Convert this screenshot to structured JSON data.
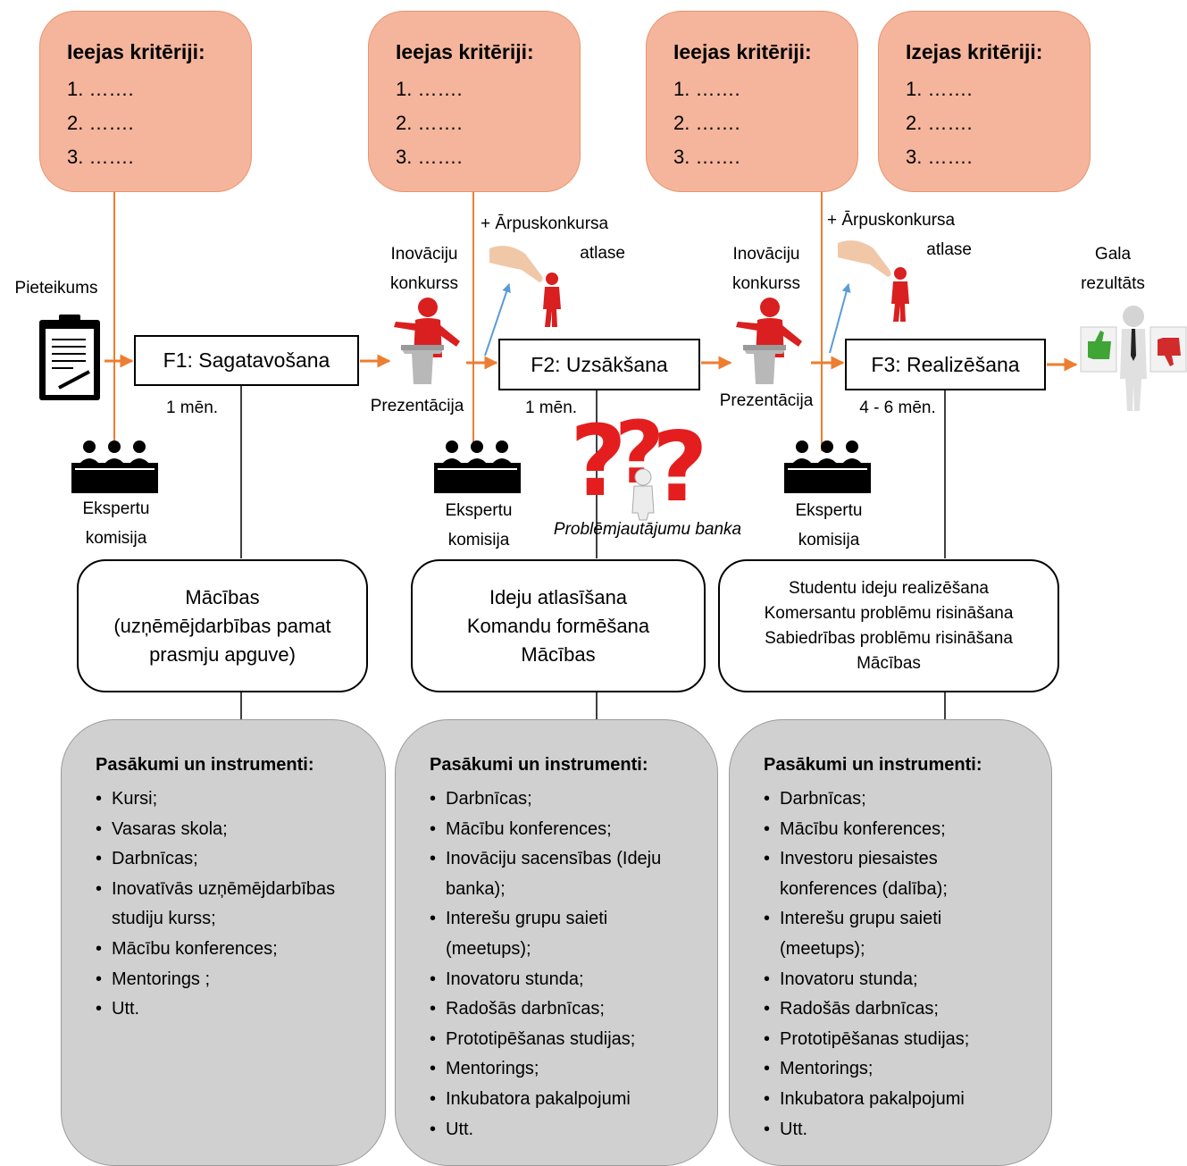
{
  "criteria": [
    {
      "title": "Ieejas kritēriji:",
      "items": [
        "1. …….",
        "2. …….",
        "3. ……."
      ]
    },
    {
      "title": "Ieejas kritēriji:",
      "items": [
        "1. …….",
        "2. …….",
        "3. ……."
      ]
    },
    {
      "title": "Ieejas kritēriji:",
      "items": [
        "1. …….",
        "2. …….",
        "3. ……."
      ]
    },
    {
      "title": "Izejas kritēriji:",
      "items": [
        "1. …….",
        "2. …….",
        "3. ……."
      ]
    }
  ],
  "labels": {
    "application": "Pieteikums",
    "innovation_contest": [
      "Inovāciju",
      "konkurss"
    ],
    "presentation": "Prezentācija",
    "extra_selection": [
      "+ Ārpuskonkursa",
      "atlase"
    ],
    "final_result": [
      "Gala",
      "rezultāts"
    ],
    "expert_commission": [
      "Ekspertu",
      "komisija"
    ],
    "problem_bank": "Problēmjautājumu banka"
  },
  "phases": [
    {
      "label": "F1: Sagatavošana",
      "duration": "1 mēn."
    },
    {
      "label": "F2: Uzsākšana",
      "duration": "1 mēn."
    },
    {
      "label": "F3: Realizēšana",
      "duration": "4 - 6 mēn."
    }
  ],
  "activities": [
    [
      "Mācības",
      "(uzņēmējdarbības pamat",
      "prasmju apguve)"
    ],
    [
      "Ideju atlasīšana",
      "Komandu formēšana",
      "Mācības"
    ],
    [
      "Studentu ideju realizēšana",
      "Komersantu problēmu risināšana",
      "Sabiedrības problēmu risināšana",
      "Mācības"
    ]
  ],
  "tools": [
    {
      "title": "Pasākumi un instrumenti:",
      "items": [
        "Kursi;",
        "Vasaras skola;",
        "Darbnīcas;",
        "Inovatīvās uzņēmējdarbības studiju kurss;",
        "Mācību konferences;",
        "Mentorings ;",
        "Utt."
      ]
    },
    {
      "title": "Pasākumi un instrumenti:",
      "items": [
        "Darbnīcas;",
        "Mācību konferences;",
        "Inovāciju sacensības (Ideju banka);",
        "Interešu grupu saieti (meetups);",
        "Inovatoru stunda;",
        "Radošās darbnīcas;",
        "Prototipēšanas studijas;",
        "Mentorings;",
        "Inkubatora pakalpojumi",
        "Utt."
      ]
    },
    {
      "title": "Pasākumi un instrumenti:",
      "items": [
        "Darbnīcas;",
        "Mācību konferences;",
        "Investoru piesaistes konferences (dalība);",
        "Interešu grupu saieti (meetups);",
        "Inovatoru stunda;",
        "Radošās darbnīcas;",
        "Prototipēšanas studijas;",
        "Mentorings;",
        "Inkubatora pakalpojumi",
        "Utt."
      ]
    }
  ],
  "colors": {
    "criteria_fill": "#f4b59c",
    "arrow": "#ed7d31",
    "blue_arrow": "#5b9bd5",
    "tools_fill": "#d0d0d0"
  }
}
